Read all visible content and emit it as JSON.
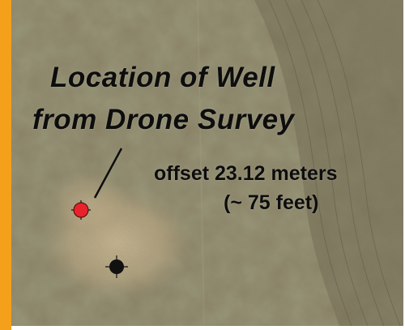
{
  "labels": {
    "title_line_1": "Location of Well",
    "title_line_2": "from Drone Survey",
    "offset_line_1": "offset 23.12 meters",
    "offset_line_2": "(~ 75 feet)"
  },
  "markers": [
    {
      "name": "drone-survey-well",
      "color": "#e8222a"
    },
    {
      "name": "recorded-well",
      "color": "#111111"
    }
  ],
  "colors": {
    "accent_bar": "#f5a01a",
    "field_base": "#8a8266",
    "bare_soil": "#c9b48e"
  }
}
